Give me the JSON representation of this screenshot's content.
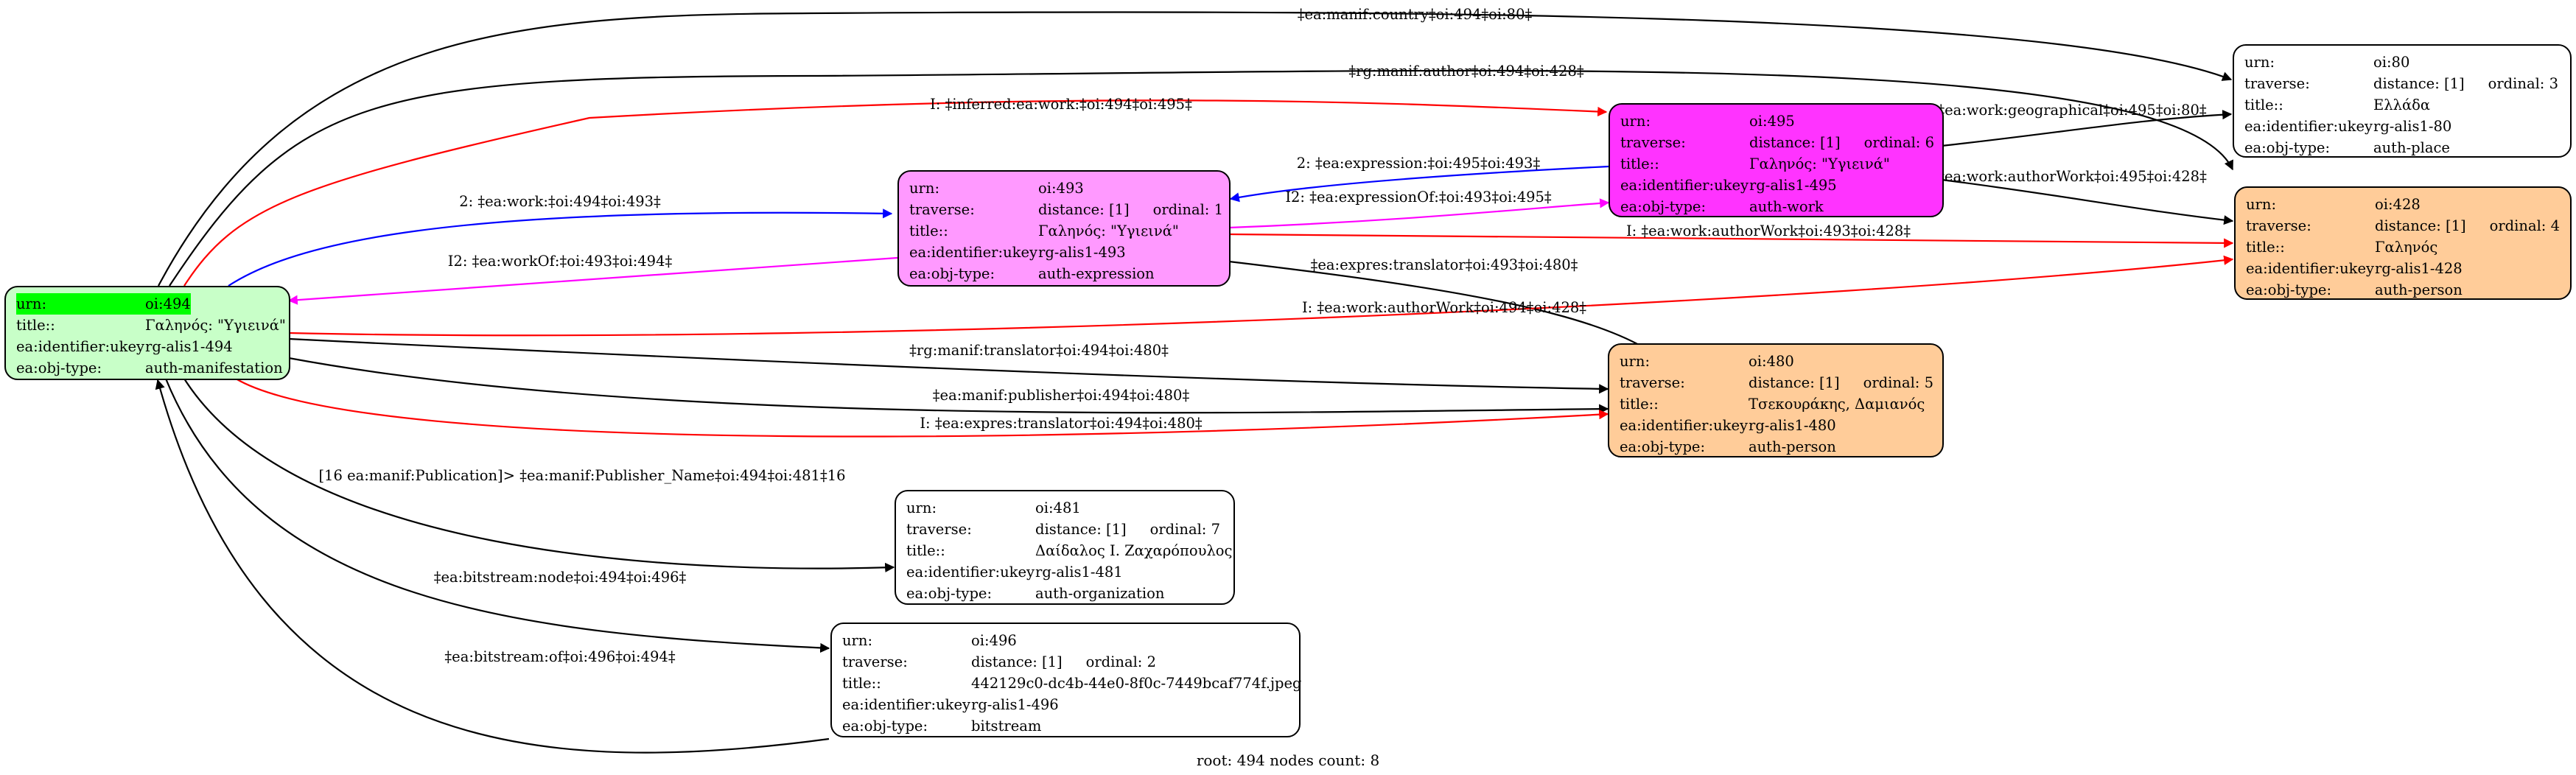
{
  "nodes": [
    {
      "id": "n494",
      "fill": "#c8ffc8",
      "highlight": true,
      "rows": [
        [
          "urn:",
          "oi:494"
        ],
        [
          "title::",
          "Γαληνός: \"Υγιεινά\""
        ],
        [
          "ea:identifier:ukey",
          "rg-alis1-494"
        ],
        [
          "ea:obj-type:",
          "auth-manifestation"
        ]
      ]
    },
    {
      "id": "n493",
      "fill": "#ff99ff",
      "rows": [
        [
          "urn:",
          "oi:493"
        ],
        [
          "traverse:",
          "distance: [1]",
          "ordinal: 1"
        ],
        [
          "title::",
          "Γαληνός: \"Υγιεινά\""
        ],
        [
          "ea:identifier:ukey",
          "rg-alis1-493"
        ],
        [
          "ea:obj-type:",
          "auth-expression"
        ]
      ]
    },
    {
      "id": "n495",
      "fill": "#ff33ff",
      "rows": [
        [
          "urn:",
          "oi:495"
        ],
        [
          "traverse:",
          "distance: [1]",
          "ordinal: 6"
        ],
        [
          "title::",
          "Γαληνός: \"Υγιεινά\""
        ],
        [
          "ea:identifier:ukey",
          "rg-alis1-495"
        ],
        [
          "ea:obj-type:",
          "auth-work"
        ]
      ]
    },
    {
      "id": "n80",
      "fill": "#ffffff",
      "rows": [
        [
          "urn:",
          "oi:80"
        ],
        [
          "traverse:",
          "distance: [1]",
          "ordinal: 3"
        ],
        [
          "title::",
          "Ελλάδα"
        ],
        [
          "ea:identifier:ukey",
          "rg-alis1-80"
        ],
        [
          "ea:obj-type:",
          "auth-place"
        ]
      ]
    },
    {
      "id": "n428",
      "fill": "#ffcc99",
      "rows": [
        [
          "urn:",
          "oi:428"
        ],
        [
          "traverse:",
          "distance: [1]",
          "ordinal: 4"
        ],
        [
          "title::",
          "Γαληνός"
        ],
        [
          "ea:identifier:ukey",
          "rg-alis1-428"
        ],
        [
          "ea:obj-type:",
          "auth-person"
        ]
      ]
    },
    {
      "id": "n480",
      "fill": "#ffcc99",
      "rows": [
        [
          "urn:",
          "oi:480"
        ],
        [
          "traverse:",
          "distance: [1]",
          "ordinal: 5"
        ],
        [
          "title::",
          "Τσεκουράκης, Δαμιανός"
        ],
        [
          "ea:identifier:ukey",
          "rg-alis1-480"
        ],
        [
          "ea:obj-type:",
          "auth-person"
        ]
      ]
    },
    {
      "id": "n481",
      "fill": "#ffffff",
      "rows": [
        [
          "urn:",
          "oi:481"
        ],
        [
          "traverse:",
          "distance: [1]",
          "ordinal: 7"
        ],
        [
          "title::",
          "Δαίδαλος Ι. Ζαχαρόπουλος"
        ],
        [
          "ea:identifier:ukey",
          "rg-alis1-481"
        ],
        [
          "ea:obj-type:",
          "auth-organization"
        ]
      ]
    },
    {
      "id": "n496",
      "fill": "#ffffff",
      "rows": [
        [
          "urn:",
          "oi:496"
        ],
        [
          "traverse:",
          "distance: [1]",
          "ordinal: 2"
        ],
        [
          "title::",
          "442129c0-dc4b-44e0-8f0c-7449bcaf774f.jpeg"
        ],
        [
          "ea:identifier:ukey",
          "rg-alis1-496"
        ],
        [
          "ea:obj-type:",
          "bitstream"
        ]
      ]
    }
  ],
  "edges": [
    {
      "id": "e1",
      "label": "‡ea:manif:country‡oi:494‡oi:80‡",
      "color": "#000000"
    },
    {
      "id": "e2",
      "label": "‡rg:manif:author‡oi:494‡oi:428‡",
      "color": "#000000"
    },
    {
      "id": "e3",
      "label": "I: ‡inferred:ea:work:‡oi:494‡oi:495‡",
      "color": "#ff0000"
    },
    {
      "id": "e4",
      "label": "2: ‡ea:work:‡oi:494‡oi:493‡",
      "color": "#0000ff"
    },
    {
      "id": "e5",
      "label": "I2: ‡ea:workOf:‡oi:493‡oi:494‡",
      "color": "#ff00ff"
    },
    {
      "id": "e6",
      "label": "2: ‡ea:expression:‡oi:495‡oi:493‡",
      "color": "#0000ff"
    },
    {
      "id": "e7",
      "label": "I2: ‡ea:expressionOf:‡oi:493‡oi:495‡",
      "color": "#ff00ff"
    },
    {
      "id": "e8",
      "label": "‡ea:work:geographical‡oi:495‡oi:80‡",
      "color": "#000000"
    },
    {
      "id": "e9",
      "label": "‡ea:work:authorWork‡oi:495‡oi:428‡",
      "color": "#000000"
    },
    {
      "id": "e10",
      "label": "I: ‡ea:work:authorWork‡oi:493‡oi:428‡",
      "color": "#ff0000"
    },
    {
      "id": "e11",
      "label": "‡ea:expres:translator‡oi:493‡oi:480‡",
      "color": "#000000"
    },
    {
      "id": "e12",
      "label": "I: ‡ea:work:authorWork‡oi:494‡oi:428‡",
      "color": "#ff0000"
    },
    {
      "id": "e13",
      "label": "‡rg:manif:translator‡oi:494‡oi:480‡",
      "color": "#000000"
    },
    {
      "id": "e14",
      "label": "‡ea:manif:publisher‡oi:494‡oi:480‡",
      "color": "#000000"
    },
    {
      "id": "e15",
      "label": "I: ‡ea:expres:translator‡oi:494‡oi:480‡",
      "color": "#ff0000"
    },
    {
      "id": "e16",
      "label": "[16 ea:manif:Publication]> ‡ea:manif:Publisher_Name‡oi:494‡oi:481‡16",
      "color": "#000000"
    },
    {
      "id": "e17",
      "label": "‡ea:bitstream:node‡oi:494‡oi:496‡",
      "color": "#000000"
    },
    {
      "id": "e18",
      "label": "‡ea:bitstream:of‡oi:496‡oi:494‡",
      "color": "#000000"
    }
  ],
  "footer": "root: 494 nodes count: 8"
}
